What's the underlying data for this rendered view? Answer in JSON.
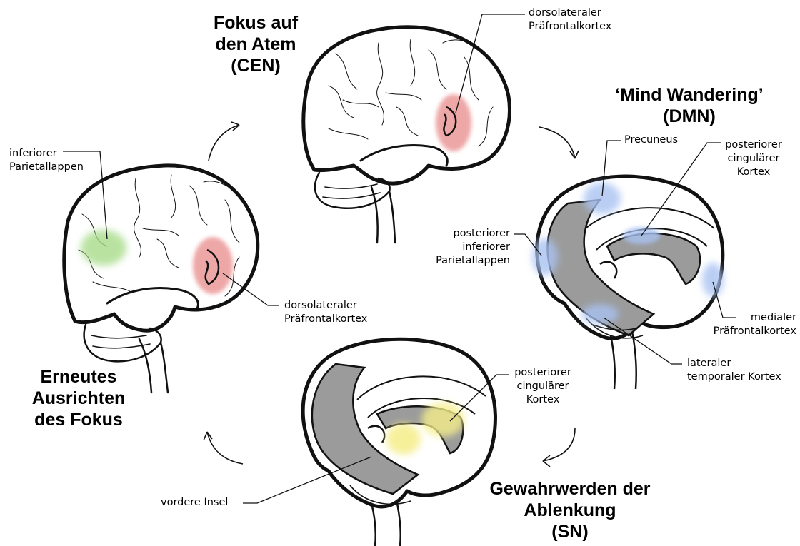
{
  "stages": {
    "cen": {
      "lines": [
        "Fokus auf",
        "den Atem",
        "(CEN)"
      ]
    },
    "dmn": {
      "lines": [
        "‘Mind Wandering’",
        "(DMN)"
      ]
    },
    "sn": {
      "lines": [
        "Gewahrwerden der",
        "Ablenkung",
        "(SN)"
      ]
    },
    "refocus": {
      "lines": [
        "Erneutes",
        "Ausrichten",
        "des Fokus"
      ]
    }
  },
  "labels": {
    "cen_dlpfc": [
      "dorsolateraler",
      "Präfrontalkortex"
    ],
    "left_ipl": [
      "inferiorer",
      "Parietallappen"
    ],
    "left_dlpfc": [
      "dorsolateraler",
      "Präfrontalkortex"
    ],
    "dmn_precuneus": [
      "Precuneus"
    ],
    "dmn_pcc": [
      "posteriorer",
      "cingulärer",
      "Kortex"
    ],
    "dmn_pipl": [
      "posteriorer",
      "inferiorer",
      "Parietallappen"
    ],
    "dmn_mpfc": [
      "medialer",
      "Präfrontalkortex"
    ],
    "dmn_ltc": [
      "lateraler",
      "temporaler Kortex"
    ],
    "sn_pcc": [
      "posteriorer",
      "cingulärer",
      "Kortex"
    ],
    "sn_insula": [
      "vordere Insel"
    ]
  },
  "colors": {
    "ink": "#111111",
    "red_region": "#e88a8a",
    "green_region": "#a8dc8a",
    "blue_region": "#a9c2f2",
    "yellow_region": "#f5ee8a",
    "gray_band": "#9b9b9b"
  }
}
